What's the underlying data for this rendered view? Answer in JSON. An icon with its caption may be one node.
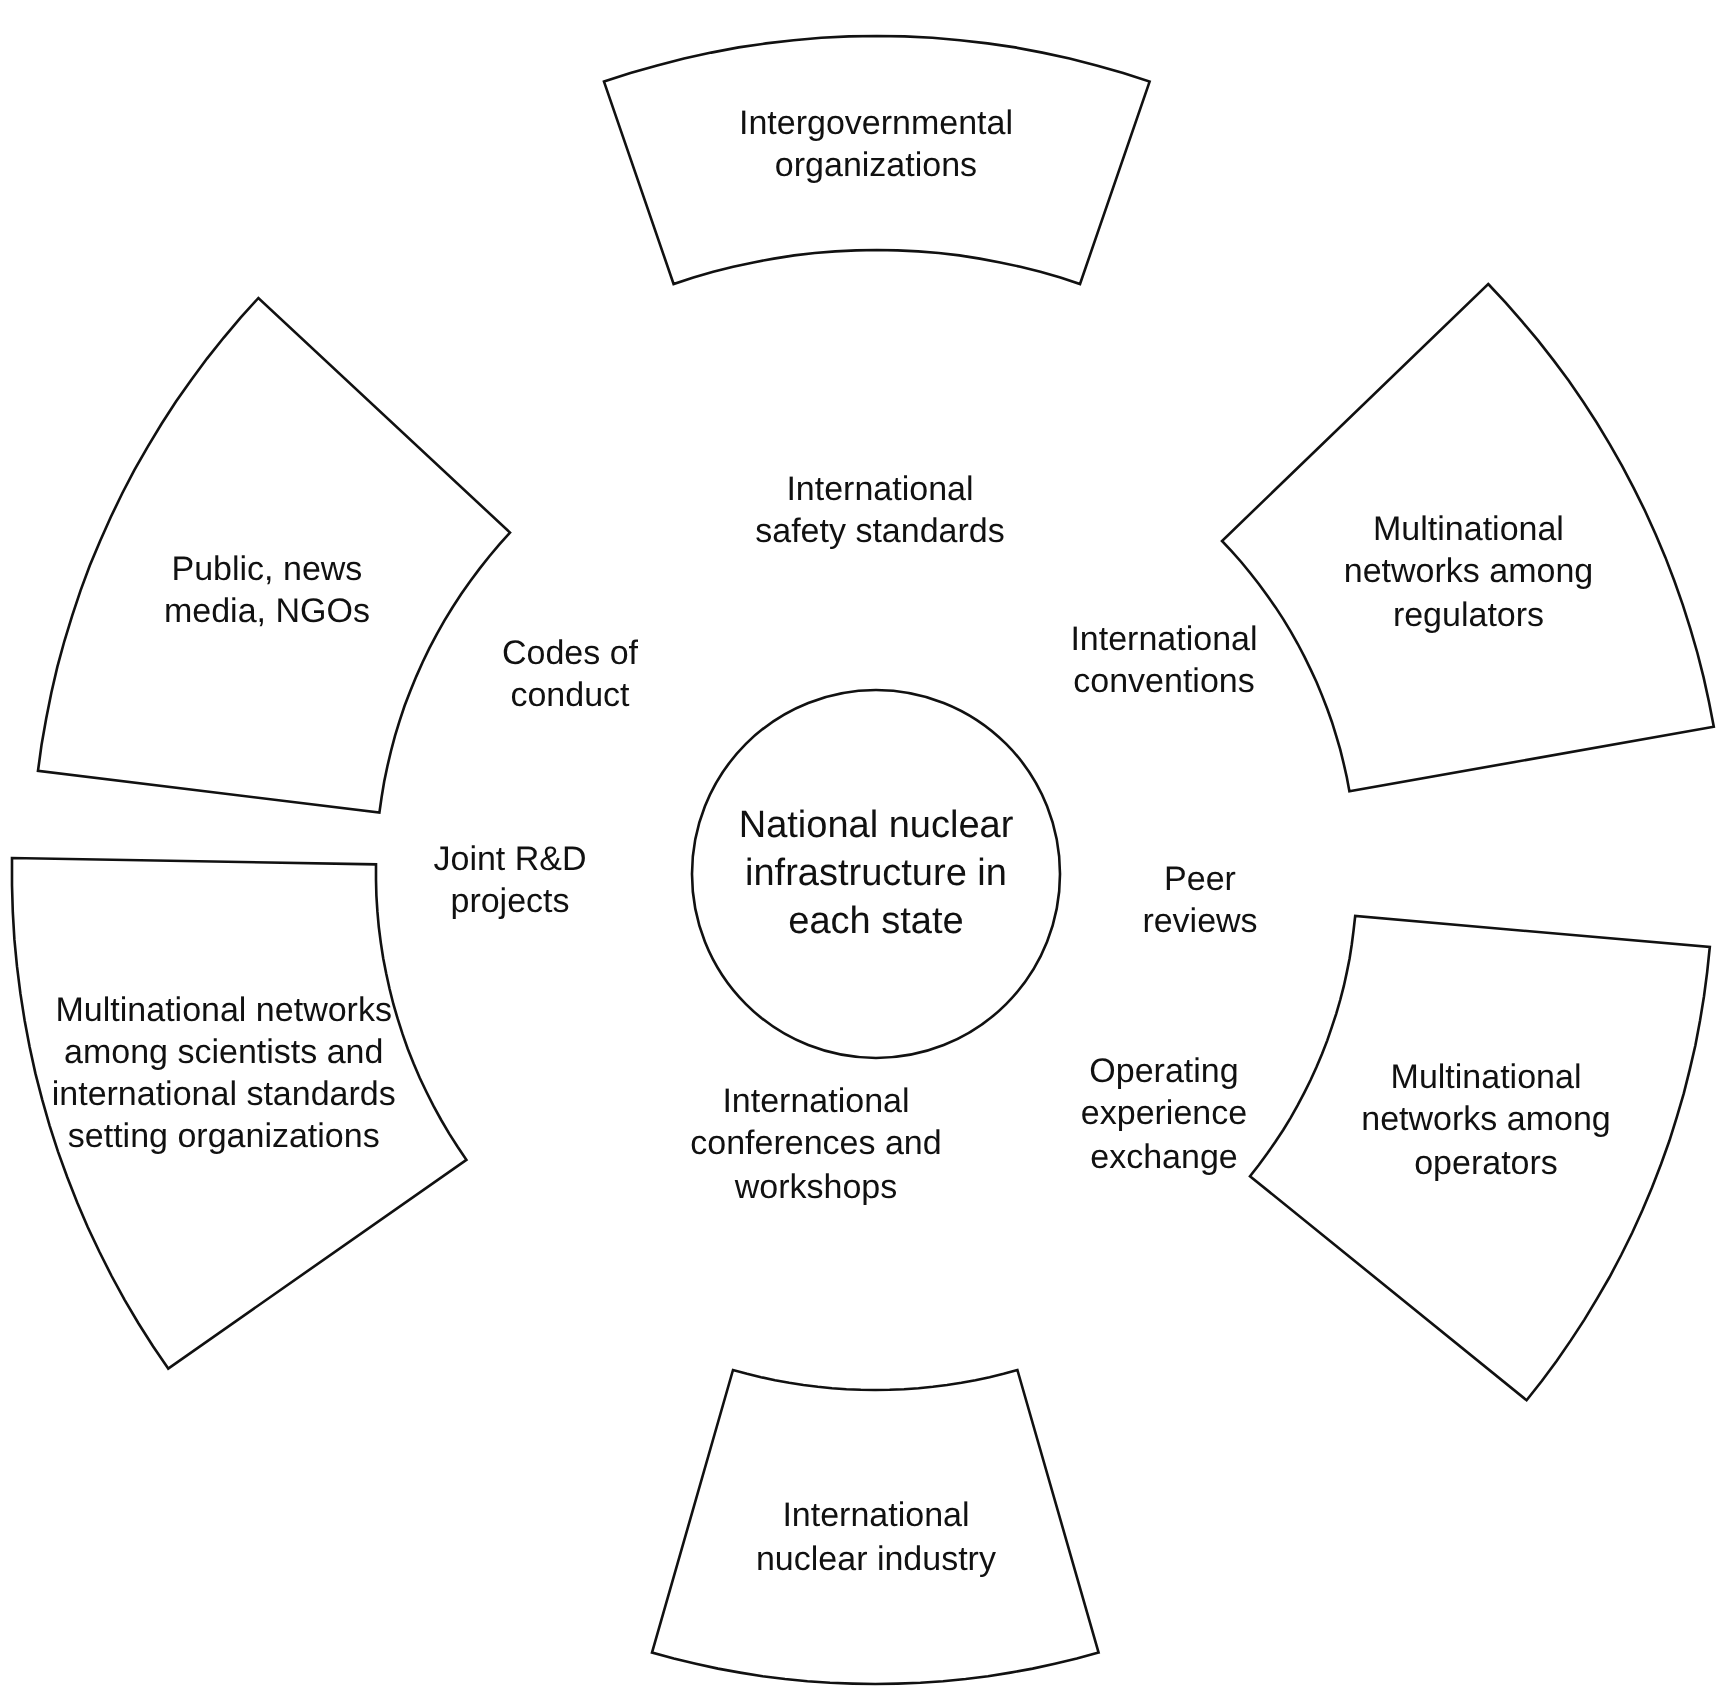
{
  "diagram": {
    "nodes": [
      {
        "text": [
          "Intergovernmental organizations"
        ]
      },
      {
        "text": [
          "Public, news media, NGOs"
        ]
      },
      {
        "text": [
          "Multinational networks among regulators"
        ]
      },
      {
        "text": [
          "National nuclear infrastructure in each state"
        ]
      },
      {
        "text": [
          "Multinational networks among scientists and international standards setting organizations"
        ]
      },
      {
        "text": [
          "Multinational networks among operators"
        ]
      },
      {
        "text": [
          "International nuclear industry"
        ]
      }
    ],
    "labels": [
      "International safety standards",
      "Codes of conduct",
      "International conventions",
      "Peer reviews",
      "Joint R&D projects",
      "Operating experience exchange",
      "International conferences and workshops"
    ]
  }
}
